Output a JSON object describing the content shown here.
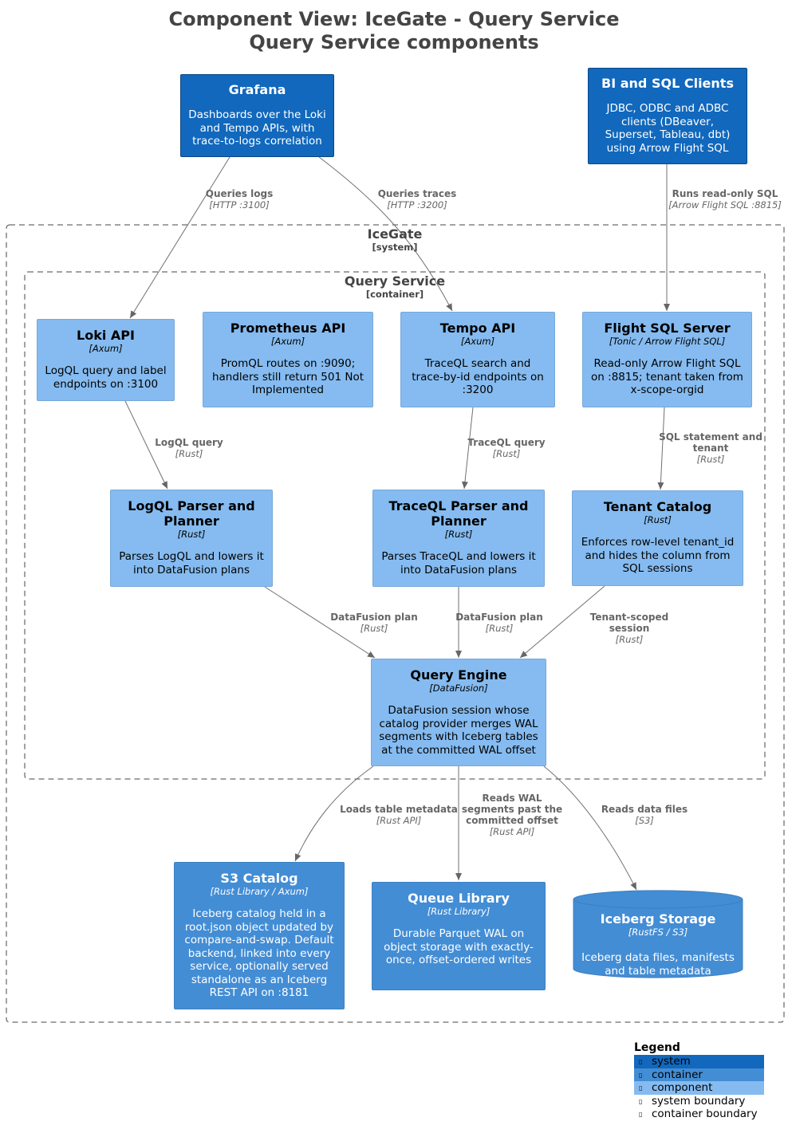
{
  "title": {
    "line1": "Component View: IceGate - Query Service",
    "line2": "Query Service components"
  },
  "boundaries": {
    "system": {
      "name": "IceGate",
      "type": "[system]"
    },
    "container": {
      "name": "Query Service",
      "type": "[container]"
    }
  },
  "elements": {
    "grafana": {
      "name": "Grafana",
      "tech": "",
      "desc": "Dashboards over the Loki and Tempo APIs, with trace-to-logs correlation"
    },
    "bi_clients": {
      "name": "BI and SQL Clients",
      "tech": "",
      "desc": "JDBC, ODBC and ADBC clients (DBeaver, Superset, Tableau, dbt) using Arrow Flight SQL"
    },
    "loki_api": {
      "name": "Loki API",
      "tech": "[Axum]",
      "desc": "LogQL query and label endpoints on :3100"
    },
    "prometheus_api": {
      "name": "Prometheus API",
      "tech": "[Axum]",
      "desc": "PromQL routes on :9090; handlers still return 501 Not Implemented"
    },
    "tempo_api": {
      "name": "Tempo API",
      "tech": "[Axum]",
      "desc": "TraceQL search and trace-by-id endpoints on :3200"
    },
    "flight_sql": {
      "name": "Flight SQL Server",
      "tech": "[Tonic / Arrow Flight SQL]",
      "desc": "Read-only Arrow Flight SQL on :8815; tenant taken from x-scope-orgid"
    },
    "logql_parser": {
      "name": "LogQL Parser and Planner",
      "tech": "[Rust]",
      "desc": "Parses LogQL and lowers it into DataFusion plans"
    },
    "traceql_parser": {
      "name": "TraceQL Parser and Planner",
      "tech": "[Rust]",
      "desc": "Parses TraceQL and lowers it into DataFusion plans"
    },
    "tenant_catalog": {
      "name": "Tenant Catalog",
      "tech": "[Rust]",
      "desc": "Enforces row-level tenant_id and hides the column from SQL sessions"
    },
    "query_engine": {
      "name": "Query Engine",
      "tech": "[DataFusion]",
      "desc": "DataFusion session whose catalog provider merges WAL segments with Iceberg tables at the committed WAL offset"
    },
    "s3_catalog": {
      "name": "S3 Catalog",
      "tech": "[Rust Library / Axum]",
      "desc": "Iceberg catalog held in a root.json object updated by compare-and-swap. Default backend, linked into every service, optionally served standalone as an Iceberg REST API on :8181"
    },
    "queue_library": {
      "name": "Queue Library",
      "tech": "[Rust Library]",
      "desc": "Durable Parquet WAL on object storage with exactly-once, offset-ordered writes"
    },
    "iceberg_storage": {
      "name": "Iceberg Storage",
      "tech": "[RustFS / S3]",
      "desc": "Iceberg data files, manifests and table metadata"
    }
  },
  "relations": {
    "grafana_loki": {
      "label": "Queries logs",
      "tech": "[HTTP :3100]"
    },
    "grafana_tempo": {
      "label": "Queries traces",
      "tech": "[HTTP :3200]"
    },
    "bi_flight": {
      "label": "Runs read-only SQL",
      "tech": "[Arrow Flight SQL :8815]"
    },
    "loki_logql": {
      "label": "LogQL query",
      "tech": "[Rust]"
    },
    "tempo_traceql": {
      "label": "TraceQL query",
      "tech": "[Rust]"
    },
    "flight_tenant": {
      "label": "SQL statement and tenant",
      "tech": "[Rust]"
    },
    "logql_engine": {
      "label": "DataFusion plan",
      "tech": "[Rust]"
    },
    "traceql_engine": {
      "label": "DataFusion plan",
      "tech": "[Rust]"
    },
    "tenant_engine": {
      "label": "Tenant-scoped session",
      "tech": "[Rust]"
    },
    "engine_catalog": {
      "label": "Loads table metadata",
      "tech": "[Rust API]"
    },
    "engine_queue": {
      "label": "Reads WAL segments past the committed offset",
      "tech": "[Rust API]"
    },
    "engine_storage": {
      "label": "Reads data files",
      "tech": "[S3]"
    }
  },
  "legend": {
    "title": "Legend",
    "items": [
      {
        "label": "system",
        "color": "#1168bd"
      },
      {
        "label": "container",
        "color": "#438dd5"
      },
      {
        "label": "component",
        "color": "#85bbf0"
      },
      {
        "label": "system boundary",
        "color": ""
      },
      {
        "label": "container boundary",
        "color": ""
      }
    ],
    "marker": "▯"
  }
}
